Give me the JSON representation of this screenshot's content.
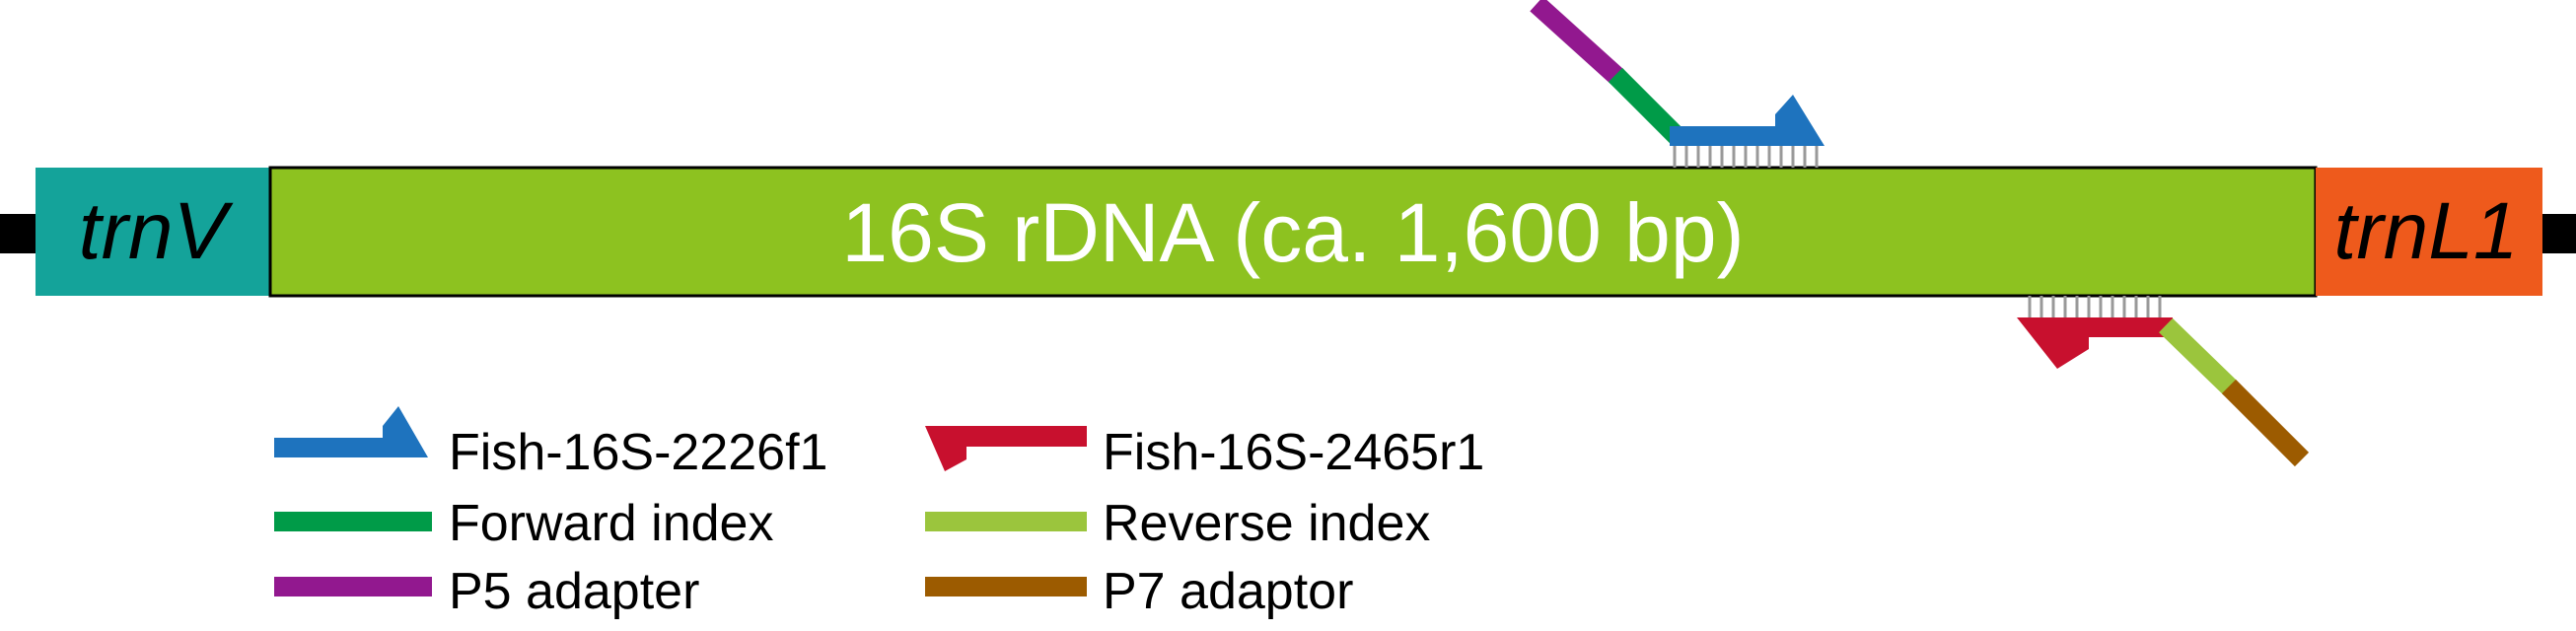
{
  "genes": {
    "left": {
      "label": "trnV",
      "color": "#14A39A"
    },
    "main": {
      "label": "16S rDNA (ca. 1,600 bp)",
      "color": "#8DC220"
    },
    "right": {
      "label": "trnL1",
      "color": "#EE5A1C"
    }
  },
  "legend": [
    {
      "label": "Fish-16S-2226f1",
      "color": "#1E73BE",
      "icon": "forward-primer-arrow-icon"
    },
    {
      "label": "Fish-16S-2465r1",
      "color": "#C8102E",
      "icon": "reverse-primer-arrow-icon"
    },
    {
      "label": "Forward index",
      "color": "#009B48",
      "icon": "forward-index-bar-icon"
    },
    {
      "label": "Reverse index",
      "color": "#9BC53D",
      "icon": "reverse-index-bar-icon"
    },
    {
      "label": "P5 adapter",
      "color": "#92188F",
      "icon": "p5-adapter-bar-icon"
    },
    {
      "label": "P7 adaptor",
      "color": "#9C5B00",
      "icon": "p7-adaptor-bar-icon"
    }
  ],
  "colors": {
    "backbone": "#000000",
    "binding_ticks": "#999999",
    "outline": "#000000"
  }
}
